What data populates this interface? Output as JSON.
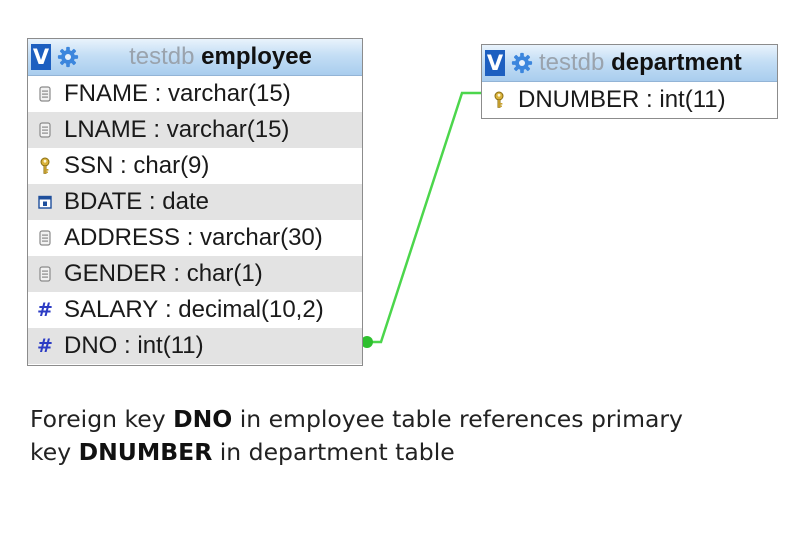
{
  "tables": {
    "employee": {
      "db": "testdb",
      "name": "employee",
      "fields": [
        {
          "name": "FNAME",
          "type": "varchar(15)",
          "icon": "text-field-icon"
        },
        {
          "name": "LNAME",
          "type": "varchar(15)",
          "icon": "text-field-icon"
        },
        {
          "name": "SSN",
          "type": "char(9)",
          "icon": "key-icon"
        },
        {
          "name": "BDATE",
          "type": "date",
          "icon": "calendar-icon"
        },
        {
          "name": "ADDRESS",
          "type": "varchar(30)",
          "icon": "text-field-icon"
        },
        {
          "name": "GENDER",
          "type": "char(1)",
          "icon": "text-field-icon"
        },
        {
          "name": "SALARY",
          "type": "decimal(10,2)",
          "icon": "hash-icon"
        },
        {
          "name": "DNO",
          "type": "int(11)",
          "icon": "hash-icon"
        }
      ]
    },
    "department": {
      "db": "testdb",
      "name": "department",
      "fields": [
        {
          "name": "DNUMBER",
          "type": "int(11)",
          "icon": "key-icon"
        }
      ]
    }
  },
  "relation": {
    "from": "employee.DNO",
    "to": "department.DNUMBER",
    "color": "#4cd64c"
  },
  "caption": {
    "line1_pre": "Foreign key ",
    "line1_bold": "DNO",
    "line1_post": " in employee table references primary",
    "line2_pre": "key ",
    "line2_bold": "DNUMBER",
    "line2_post": " in department table"
  },
  "toggle_label": "V",
  "separator": " : ",
  "colors": {
    "toggle": "#1d5fc0",
    "header": "#c4def5",
    "alt_row": "#e3e3e3",
    "hash": "#2c3cc4"
  }
}
